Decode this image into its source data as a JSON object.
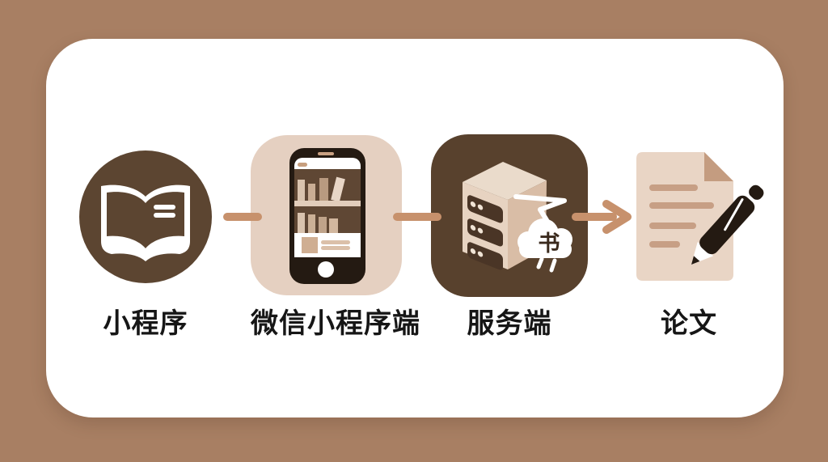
{
  "diagram": {
    "type": "flow",
    "direction": "left-to-right",
    "steps": [
      {
        "label": "小程序",
        "icon": "open-book-icon"
      },
      {
        "label": "微信小程序端",
        "icon": "smartphone-bookshelf-icon"
      },
      {
        "label": "服务端",
        "icon": "server-cloud-icon",
        "cloud_text": "书"
      },
      {
        "label": "论文",
        "icon": "document-pen-icon"
      }
    ],
    "connectors": [
      {
        "from": 0,
        "to": 1,
        "style": "dash"
      },
      {
        "from": 1,
        "to": 2,
        "style": "dash"
      },
      {
        "from": 2,
        "to": 3,
        "style": "arrow"
      }
    ]
  },
  "colors": {
    "background": "#a87f63",
    "card": "#ffffff",
    "connector": "#c7916c",
    "dark_brown": "#5a442f",
    "light_tile": "#e5d0c1",
    "paper": "#e9d5c5",
    "ink": "#241a12",
    "label_text": "#161616"
  }
}
